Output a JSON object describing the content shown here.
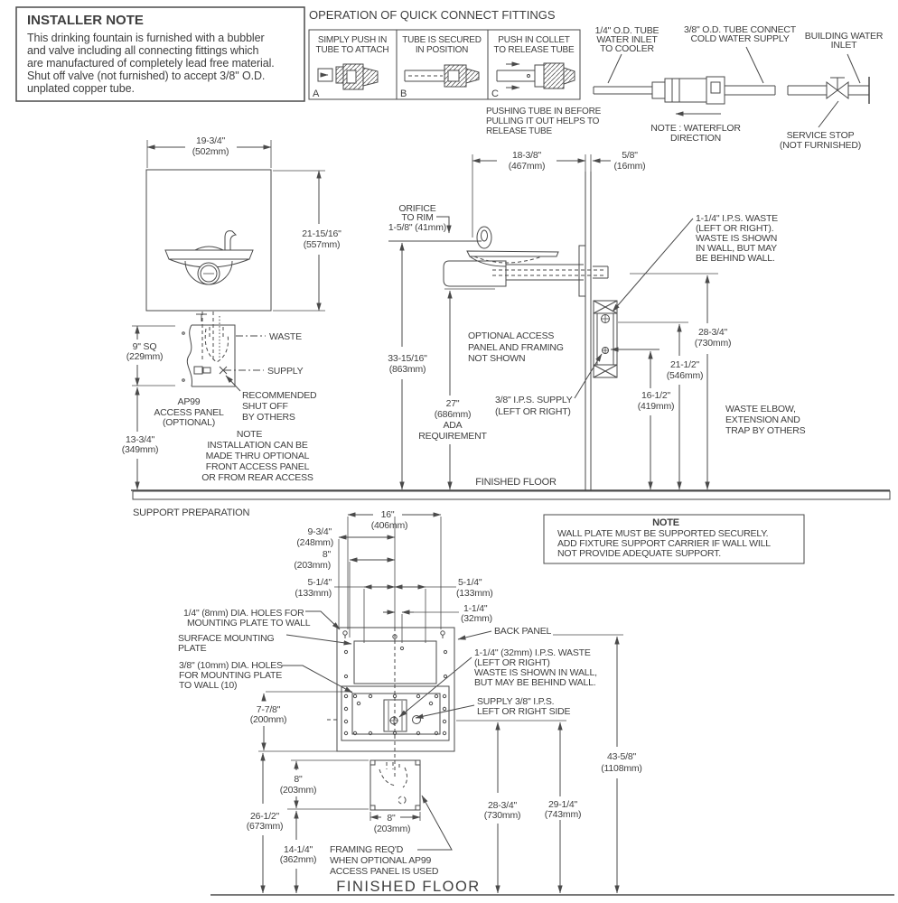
{
  "installer_note": {
    "title": "INSTALLER NOTE",
    "l1": "This drinking fountain is furnished with a bubbler",
    "l2": "and valve including all connecting fittings which",
    "l3": "are manufactured of completely lead free material.",
    "l4": "Shut off valve (not furnished) to accept 3/8\" O.D.",
    "l5": "unplated copper tube."
  },
  "quick_connect": {
    "title": "OPERATION OF QUICK CONNECT FITTINGS",
    "a1": "SIMPLY PUSH IN",
    "a2": "TUBE TO ATTACH",
    "a_letter": "A",
    "b1": "TUBE IS SECURED",
    "b2": "IN POSITION",
    "b_letter": "B",
    "c1": "PUSH IN COLLET",
    "c2": "TO RELEASE TUBE",
    "c_letter": "C",
    "foot1": "PUSHING TUBE IN BEFORE",
    "foot2": "PULLING IT OUT HELPS TO",
    "foot3": "RELEASE TUBE"
  },
  "inlet": {
    "quarter1": "1/4\" O.D. TUBE",
    "quarter2": "WATER INLET",
    "quarter3": "TO COOLER",
    "threeeighths1": "3/8\" O.D. TUBE CONNECT",
    "threeeighths2": "COLD WATER SUPPLY",
    "building1": "BUILDING WATER",
    "building2": "INLET",
    "flow1": "NOTE : WATERFLOR",
    "flow2": "DIRECTION",
    "stop1": "SERVICE STOP",
    "stop2": "(NOT FURNISHED)"
  },
  "front": {
    "w_in": "19-3/4\"",
    "w_mm": "(502mm)",
    "h_in": "21-15/16\"",
    "h_mm": "(557mm)",
    "sq_in": "9\" SQ",
    "sq_mm": "(229mm)",
    "waste": "WASTE",
    "supply": "SUPPLY",
    "rec1": "RECOMMENDED",
    "rec2": "SHUT OFF",
    "rec3": "BY OTHERS",
    "ap1": "AP99",
    "ap2": "ACCESS PANEL",
    "ap3": "(OPTIONAL)",
    "d13_in": "13-3/4\"",
    "d13_mm": "(349mm)",
    "note_title": "NOTE",
    "note1": "INSTALLATION CAN BE",
    "note2": "MADE THRU OPTIONAL",
    "note3": "FRONT ACCESS PANEL",
    "note4": "OR FROM REAR ACCESS",
    "support": "SUPPORT PREPARATION"
  },
  "side": {
    "d18_in": "18-3/8\"",
    "d18_mm": "(467mm)",
    "d58_in": "5/8\"",
    "d58_mm": "(16mm)",
    "orifice1": "ORIFICE",
    "orifice2": "TO RIM",
    "orifice3": "1-5/8\" (41mm)",
    "waste1": "1-1/4\" I.P.S. WASTE",
    "waste2": "(LEFT OR RIGHT).",
    "waste3": "WASTE IS SHOWN",
    "waste4": "IN WALL, BUT MAY",
    "waste5": "BE BEHIND WALL.",
    "d33_in": "33-15/16\"",
    "d33_mm": "(863mm)",
    "opt1": "OPTIONAL ACCESS",
    "opt2": "PANEL AND FRAMING",
    "opt3": "NOT SHOWN",
    "supply1": "3/8\" I.P.S. SUPPLY",
    "supply2": "(LEFT OR RIGHT)",
    "d27_in": "27\"",
    "d27_mm": "(686mm)",
    "d27_ada": "ADA",
    "d27_req": "REQUIREMENT",
    "d165_in": "16-1/2\"",
    "d165_mm": "(419mm)",
    "d215_in": "21-1/2\"",
    "d215_mm": "(546mm)",
    "d2875_in": "28-3/4\"",
    "d2875_mm": "(730mm)",
    "elbow1": "WASTE ELBOW,",
    "elbow2": "EXTENSION AND",
    "elbow3": "TRAP BY OTHERS",
    "floor": "FINISHED FLOOR"
  },
  "bottom": {
    "d16_in": "16\"",
    "d16_mm": "(406mm)",
    "d975_in": "9-3/4\"",
    "d975_mm": "(248mm)",
    "d8_in": "8\"",
    "d8_mm": "(203mm)",
    "d525L_in": "5-1/4\"",
    "d525L_mm": "(133mm)",
    "d525R_in": "5-1/4\"",
    "d525R_mm": "(133mm)",
    "d125_in": "1-1/4\"",
    "d125_mm": "(32mm)",
    "holes14_1": "1/4\" (8mm) DIA. HOLES FOR",
    "holes14_2": "MOUNTING PLATE TO WALL",
    "plate1": "SURFACE MOUNTING",
    "plate2": "PLATE",
    "holes38_1": "3/8\" (10mm) DIA. HOLES",
    "holes38_2": "FOR MOUNTING PLATE",
    "holes38_3": "TO WALL (10)",
    "d778_in": "7-7/8\"",
    "d778_mm": "(200mm)",
    "back_panel": "BACK PANEL",
    "waste1": "1-1/4\" (32mm) I.P.S. WASTE",
    "waste2": "(LEFT OR RIGHT)",
    "waste3": "WASTE IS SHOWN IN WALL,",
    "waste4": "BUT MAY BE BEHIND WALL.",
    "supply1": "SUPPLY 3/8\" I.P.S.",
    "supply2": "LEFT OR RIGHT SIDE",
    "d8h_in": "8\"",
    "d8h_mm": "(203mm)",
    "d265_in": "26-1/2\"",
    "d265_mm": "(673mm)",
    "d1425_in": "14-1/4\"",
    "d1425_mm": "(362mm)",
    "d8w_in": "8\"",
    "d8w_mm": "(203mm)",
    "framing1": "FRAMING REQ'D",
    "framing2": "WHEN OPTIONAL AP99",
    "framing3": "ACCESS PANEL IS USED",
    "d2875_in": "28-3/4\"",
    "d2875_mm": "(730mm)",
    "d2925_in": "29-1/4\"",
    "d2925_mm": "(743mm)",
    "d4358_in": "43-5/8\"",
    "d4358_mm": "(1108mm)",
    "floor": "FINISHED FLOOR"
  },
  "note_box": {
    "title": "NOTE",
    "l1": "WALL PLATE MUST BE SUPPORTED SECURELY.",
    "l2": "ADD FIXTURE SUPPORT CARRIER IF WALL WILL",
    "l3": "NOT PROVIDE ADEQUATE SUPPORT."
  }
}
